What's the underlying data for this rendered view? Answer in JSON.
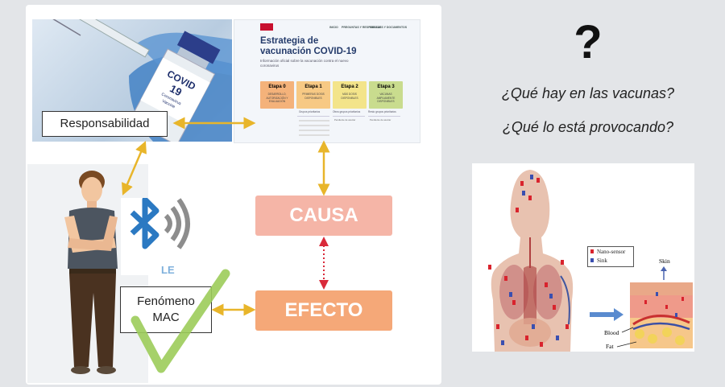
{
  "labels": {
    "responsibility": "Responsabilidad",
    "phenomenon_line1": "Fenómeno",
    "phenomenon_line2": "MAC",
    "cause": "CAUSA",
    "effect": "EFECTO",
    "bluetooth": "LE"
  },
  "vaccine_photo": {
    "vial_text_1": "COVID",
    "vial_text_2": "19",
    "vial_text_3": "Coronavirus",
    "vial_text_4": "Vaccine"
  },
  "strategy_page": {
    "title_line1": "Estrategia de",
    "title_line2": "vacunación COVID-19",
    "subtitle": "Información oficial sobre la vacunación contra el nuevo coronavirus",
    "nav": [
      "INICIO",
      "PREGUNTAS Y RESPUESTAS",
      "ENLACES Y DOCUMENTOS"
    ],
    "stages": [
      {
        "name": "Etapa 0",
        "desc": "DESARROLLO, AUTORIZACIÓN Y EVALUACIÓN"
      },
      {
        "name": "Etapa 1",
        "desc": "PRIMERAS DOSIS DISPONIBLES"
      },
      {
        "name": "Etapa 2",
        "desc": "MÁS DOSIS DISPONIBLES"
      },
      {
        "name": "Etapa 3",
        "desc": "VACUNAS AMPLIAMENTE DISPONIBLES"
      }
    ],
    "groups": [
      "Grupos prioritarios",
      "Otros grupos prioritarios",
      "Resto grupos prioritarios"
    ],
    "pending": "Pendiente de asociar",
    "stage_colors": [
      "#f4b27a",
      "#f7c984",
      "#f3e48a",
      "#c9dc8e"
    ]
  },
  "questions": {
    "symbol": "?",
    "q1": "¿Qué hay en las vacunas?",
    "q2": "¿Qué lo está provocando?"
  },
  "body_diagram": {
    "legend": [
      {
        "label": "Nano-sensor",
        "color": "#d9232d"
      },
      {
        "label": "Sink",
        "color": "#3a4fb0"
      }
    ],
    "skin_label": "Skin",
    "blood_label": "Blood",
    "fat_label": "Fat"
  },
  "colors": {
    "arrow": "#e8b52a",
    "cause": "#f5b5a7",
    "effect": "#f5a878",
    "checkmark": "#9ccc5a",
    "bluetooth": "#2b79c2",
    "red_arrow": "#d92a3a"
  }
}
